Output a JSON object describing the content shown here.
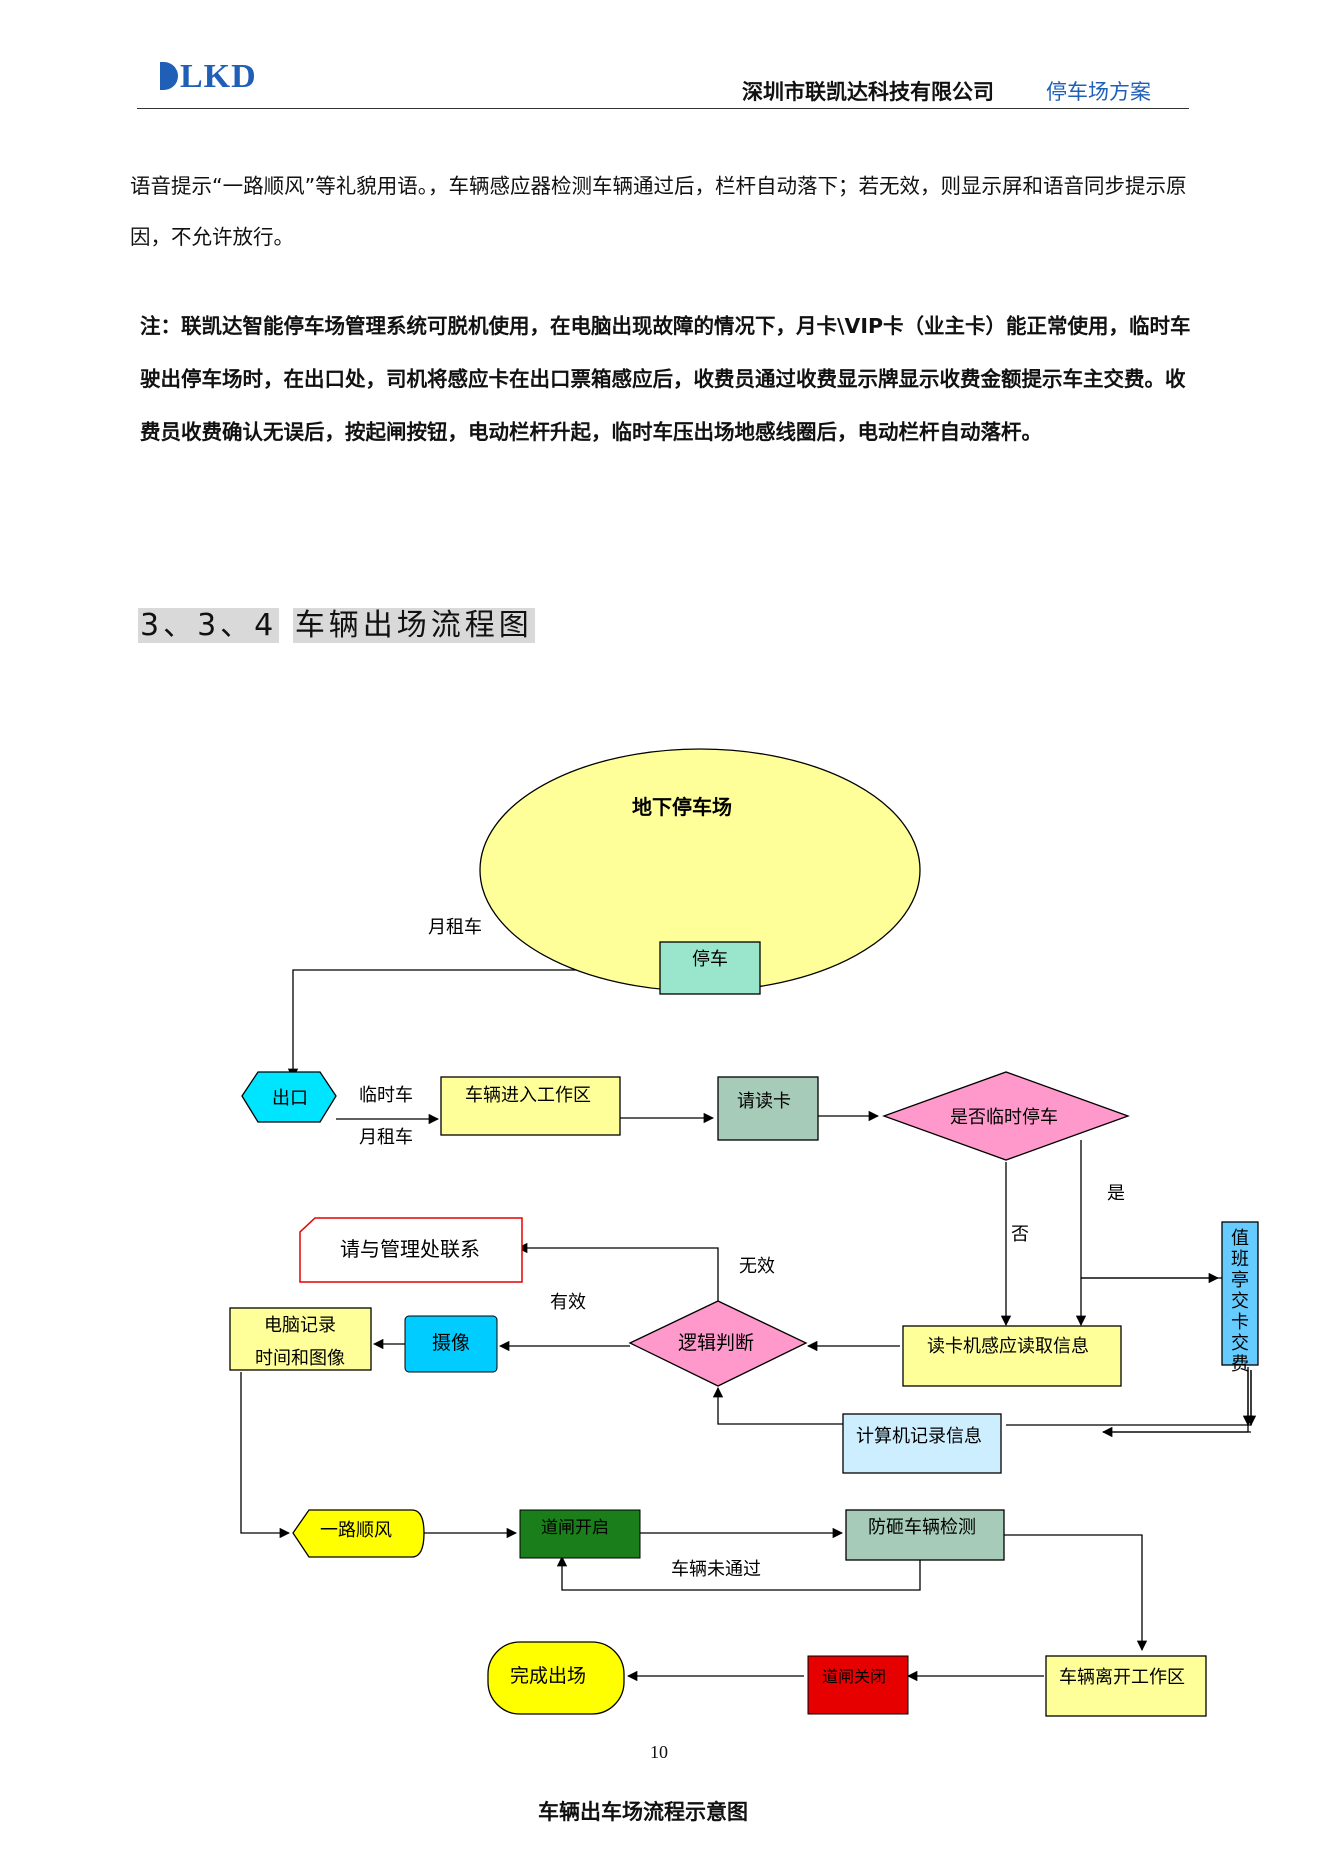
{
  "header": {
    "logo_text": "LKD",
    "company": "深圳市联凯达科技有限公司",
    "doc_title": "停车场方案"
  },
  "body": {
    "para1": "语音提示“一路顺风”等礼貌用语。，车辆感应器检测车辆通过后，栏杆自动落下；若无效，则显示屏和语音同步提示原因，不允许放行。",
    "note": "注：联凯达智能停车场管理系统可脱机使用，在电脑出现故障的情况下，月卡\\VIP卡（业主卡）能正常使用，临时车驶出停车场时，在出口处，司机将感应卡在出口票箱感应后，收费员通过收费显示牌显示收费金额提示车主交费。收费员收费确认无误后，按起闸按钮，电动栏杆升起，临时车压出场地感线圈后，电动栏杆自动落杆。"
  },
  "section": {
    "number": "3、3、4",
    "title": "车辆出场流程图"
  },
  "flowchart": {
    "parking": "地下停车场",
    "park": "停车",
    "monthly_1": "月租车",
    "exit": "出口",
    "temp": "临时车",
    "monthly_2": "月租车",
    "enter_zone": "车辆进入工作区",
    "read_card": "请读卡",
    "is_temp": "是否临时停车",
    "yes": "是",
    "no": "否",
    "booth": "值班亭交卡交费",
    "contact": "请与管理处联系",
    "invalid": "无效",
    "valid": "有效",
    "pc_record_1": "电脑记录",
    "pc_record_2": "时间和图像",
    "camera": "摄像",
    "logic": "逻辑判断",
    "reader": "读卡机感应读取信息",
    "computer": "计算机记录信息",
    "goodbye": "一路顺风",
    "gate_open": "道闸开启",
    "anti_smash": "防砸车辆检测",
    "not_passed": "车辆未通过",
    "done": "完成出场",
    "gate_close": "道闸关闭",
    "leave_zone": "车辆离开工作区"
  },
  "colors": {
    "yellow": "#ffff99",
    "teal_box": "#99e6cc",
    "gray_green": "#a6cbb8",
    "pink": "#ff99cc",
    "cyan": "#00e5ff",
    "sky": "#33ccff",
    "green": "#1a7f1a",
    "red": "#e60000",
    "light_blue": "#cceeff",
    "booth_blue": "#66ccff"
  },
  "footer": {
    "page_number": "10",
    "caption": "车辆出车场流程示意图"
  }
}
